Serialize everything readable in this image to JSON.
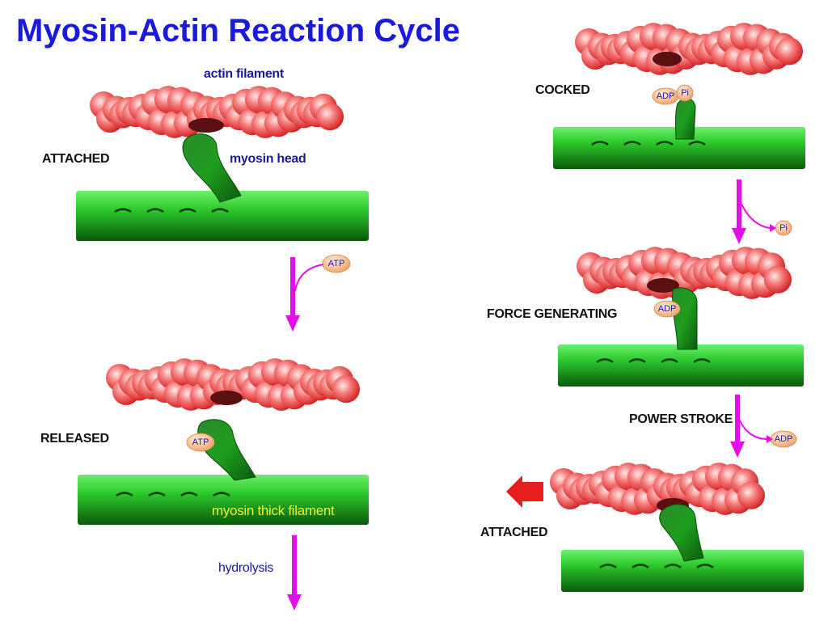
{
  "title": "Myosin-Actin Reaction Cycle",
  "labels": {
    "actin_filament": "actin filament",
    "myosin_head": "myosin head",
    "myosin_thick_filament": "myosin thick filament",
    "hydrolysis": "hydrolysis",
    "power_stroke": "POWER STROKE"
  },
  "states": [
    {
      "name": "ATTACHED"
    },
    {
      "name": "RELEASED",
      "bound": "ATP"
    },
    {
      "name": "COCKED",
      "bound": [
        "ADP",
        "Pi"
      ]
    },
    {
      "name": "FORCE GENERATING",
      "bound": "ADP"
    },
    {
      "name": "ATTACHED"
    }
  ],
  "transitions": {
    "attached_to_released": "ATP",
    "cocked_to_force": "Pi",
    "force_to_attached": "ADP"
  },
  "colors": {
    "title": "#1a1adc",
    "arrow": "#e010e6",
    "myosin": "#22bb22",
    "actin": "#ee4444",
    "direction_arrow": "#e61e1e",
    "yellow_label": "#e8ef3a"
  }
}
